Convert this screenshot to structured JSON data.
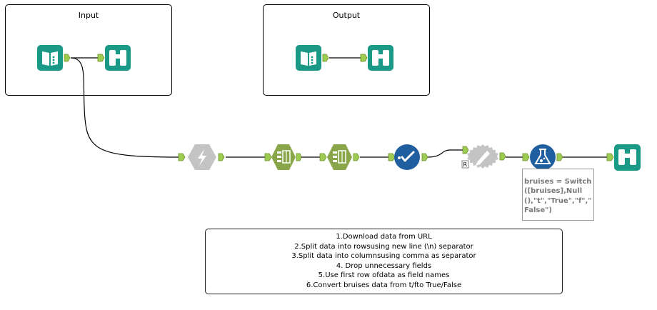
{
  "containers": {
    "input": {
      "title": "Input"
    },
    "output": {
      "title": "Output"
    }
  },
  "tools": {
    "input_data_1": {
      "type": "input-data",
      "color": "#1a9a86"
    },
    "browse_1": {
      "type": "browse",
      "color": "#1a9a86"
    },
    "input_data_2": {
      "type": "input-data",
      "color": "#1a9a86"
    },
    "browse_2": {
      "type": "browse",
      "color": "#1a9a86"
    },
    "download": {
      "type": "download",
      "color": "#bfbfbf"
    },
    "text_to_columns_1": {
      "type": "text-to-columns",
      "color": "#8aa64a"
    },
    "text_to_columns_2": {
      "type": "text-to-columns",
      "color": "#8aa64a"
    },
    "select": {
      "type": "select",
      "color": "#1f5fa0"
    },
    "dynamic_rename": {
      "type": "dynamic-rename",
      "color": "#c4c4c4",
      "r_badge": "R"
    },
    "formula": {
      "type": "formula",
      "color": "#1f5fa0"
    },
    "browse_3": {
      "type": "browse",
      "color": "#1a9a86"
    }
  },
  "formula_annotation": "bruises = Switch\n([bruises],Null\n(),\"t\",\"True\",\"f\",\"\nFalse\")",
  "comment": {
    "lines": [
      "1.Download data from URL",
      "2.Split data into rowsusing new line (\\n) separator",
      "3.Split data into columnsusing comma as separator",
      "4. Drop unnecessary fields",
      "5.Use first row ofdata as field names",
      "6.Convert bruises data from t/fto True/False"
    ]
  },
  "colors": {
    "anchor": "#9dcc50",
    "connection": "#000000",
    "teal": "#1a9a86",
    "olive": "#8aa64a",
    "blue": "#1f5fa0",
    "grey": "#c4c4c4"
  }
}
